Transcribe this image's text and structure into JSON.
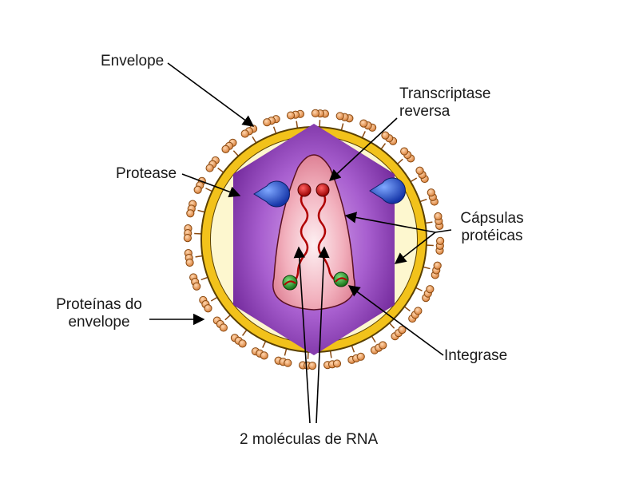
{
  "labels": {
    "envelope": "Envelope",
    "transcriptase_line1": "Transcriptase",
    "transcriptase_line2": "reversa",
    "protease": "Protease",
    "capsulas_line1": "Cápsulas",
    "capsulas_line2": "protéicas",
    "proteinas_line1": "Proteínas do",
    "proteinas_line2": "envelope",
    "integrase": "Integrase",
    "rna": "2 moléculas de RNA"
  },
  "colors": {
    "envelope_ring": "#f2c21b",
    "envelope_outline": "#5a4000",
    "matrix_fill": "#fdf7cf",
    "capsid_outer": "#7b2fa8",
    "capsid_inner": "#c690e0",
    "core_fill": "#f0a6b4",
    "core_center": "#fbe8ec",
    "rna_strand": "#b00000",
    "transcriptase": "#cc0000",
    "integrase": "#2a9a2a",
    "protease": "#2255dd",
    "spike": "#f0a86a",
    "spike_outline": "#8a4a12"
  }
}
